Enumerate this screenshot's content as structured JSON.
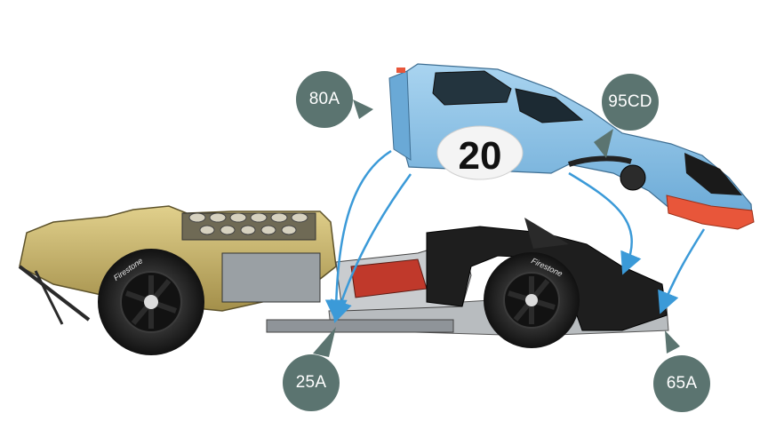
{
  "callouts": {
    "c80A": "80A",
    "c95CD": "95CD",
    "c25A": "25A",
    "c65A": "65A"
  },
  "car": {
    "race_number": "20",
    "tyre_brand": "Firestone"
  },
  "colors": {
    "callout_fill": "#5b7470",
    "arrow_blue": "#3b9ad8",
    "body_blue": "#8ec3e6",
    "nose_orange": "#e8563a",
    "chassis_gold": "#c9b56a",
    "tyre_black": "#1b1b1b"
  }
}
